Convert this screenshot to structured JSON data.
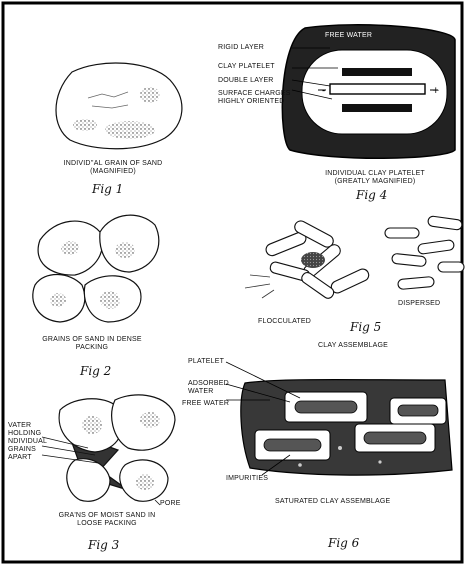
{
  "figures": {
    "fig1": {
      "caption": [
        "INDIVID''AL GRAIN OF SAND",
        "(MAGNIFIED)"
      ],
      "fig_label": "Fig 1"
    },
    "fig2": {
      "caption": [
        "GRAINS OF SAND IN DENSE",
        "PACKING"
      ],
      "fig_label": "Fig 2"
    },
    "fig3": {
      "caption": [
        "GRA'NS OF MOIST SAND IN",
        "LOOSE PACKING"
      ],
      "fig_label": "Fig 3",
      "labels": {
        "water_holding": [
          "VATER",
          "HOLDING",
          "NDIVIDUAL",
          "GRAINS",
          "APART"
        ],
        "pore": "PORE"
      }
    },
    "fig4": {
      "caption": [
        "INDIVIDUAL CLAY PLATELET",
        "(GREATLY MAGNIFIED)"
      ],
      "fig_label": "Fig 4",
      "labels": {
        "free_water": "FREE WATER",
        "rigid_layer": "RIGID LAYER",
        "clay_platelet": "CLAY PLATELET",
        "double_layer": "DOUBLE LAYER",
        "surface_charges": [
          "SURFACE CHARGES",
          "HIGHLY ORIENTED"
        ]
      }
    },
    "fig5": {
      "caption": "CLAY ASSEMBLAGE",
      "fig_label": "Fig 5",
      "labels": {
        "flocculated": "FLOCCULATED",
        "dispersed": "DISPERSED"
      }
    },
    "fig6": {
      "caption": "SATURATED CLAY ASSEMBLAGE",
      "fig_label": "Fig 6",
      "labels": {
        "platelet": "PLATELET",
        "adsorbed_water": [
          "ADSORBED",
          "WATER"
        ],
        "free_water": "FREE WATER",
        "impurities": "IMPURITIES"
      }
    }
  }
}
